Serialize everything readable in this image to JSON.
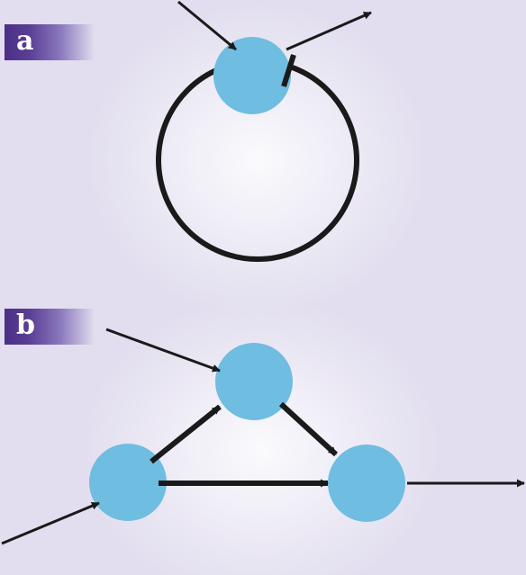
{
  "panels": [
    {
      "label": "a",
      "motif": "single-node-self-loop"
    },
    {
      "label": "b",
      "motif": "feed-forward-loop"
    }
  ],
  "colors": {
    "background": "#e2deef",
    "glow": "#ffffff",
    "node": "#6fbde0",
    "edge": "#1a1a1a",
    "label_bg": "#4a2f86",
    "label_text": "#ffffff"
  }
}
